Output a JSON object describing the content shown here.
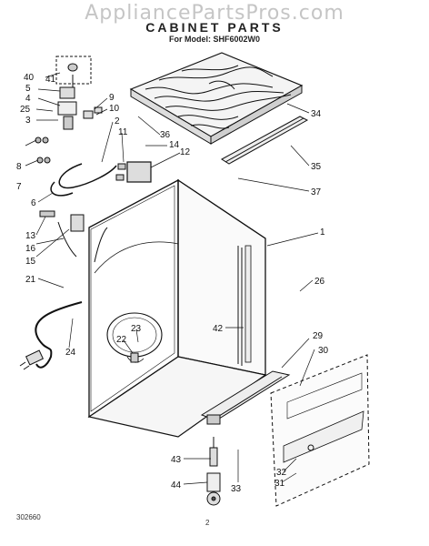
{
  "watermark": "AppliancePartsPros.com",
  "title": "CABINET PARTS",
  "subtitle": "For Model: SHF6002W0",
  "figure_number": "302660",
  "page_number": "2",
  "callouts": [
    {
      "id": "40"
    },
    {
      "id": "41"
    },
    {
      "id": "5"
    },
    {
      "id": "4"
    },
    {
      "id": "25"
    },
    {
      "id": "3"
    },
    {
      "id": "9"
    },
    {
      "id": "10"
    },
    {
      "id": "2"
    },
    {
      "id": "11"
    },
    {
      "id": "36"
    },
    {
      "id": "14"
    },
    {
      "id": "12"
    },
    {
      "id": "34"
    },
    {
      "id": "8"
    },
    {
      "id": "7"
    },
    {
      "id": "6"
    },
    {
      "id": "35"
    },
    {
      "id": "37"
    },
    {
      "id": "13"
    },
    {
      "id": "16"
    },
    {
      "id": "15"
    },
    {
      "id": "1"
    },
    {
      "id": "21"
    },
    {
      "id": "26"
    },
    {
      "id": "23"
    },
    {
      "id": "22"
    },
    {
      "id": "42"
    },
    {
      "id": "24"
    },
    {
      "id": "29"
    },
    {
      "id": "30"
    },
    {
      "id": "43"
    },
    {
      "id": "44"
    },
    {
      "id": "33"
    },
    {
      "id": "32"
    },
    {
      "id": "31"
    }
  ]
}
